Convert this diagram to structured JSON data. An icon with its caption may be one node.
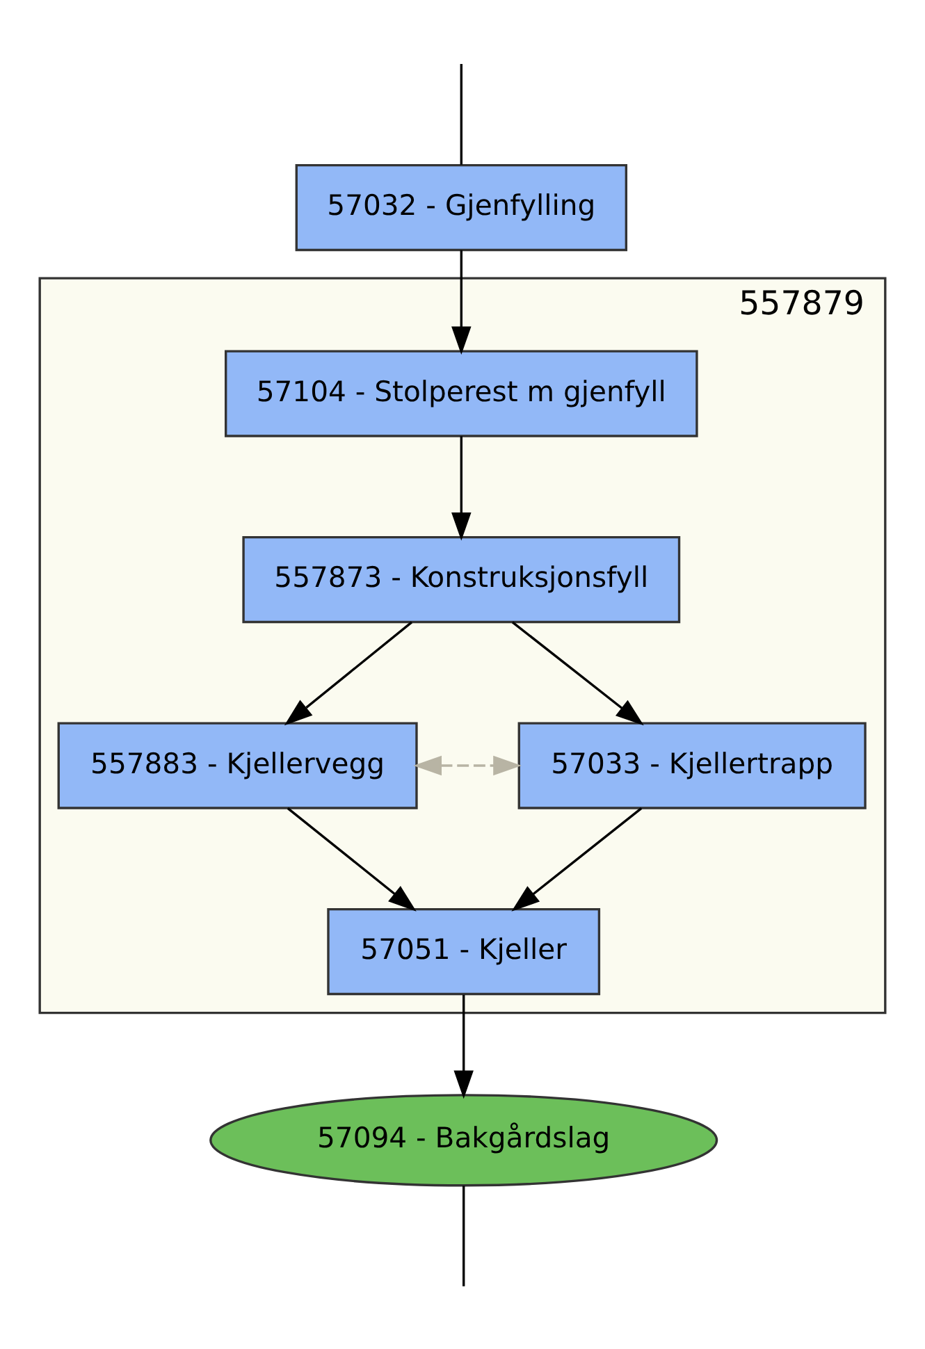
{
  "diagram": {
    "nodes": [
      {
        "text": [
          "57032 - Gjenfylling"
        ]
      },
      {
        "text": [
          "557879"
        ]
      },
      {
        "text": [
          "57104 - Stolperest m gjenfyll"
        ],
        "in": 1
      },
      {
        "text": [
          "557873 - Konstruksjonsfyll"
        ],
        "in": 1
      },
      {
        "text": [
          "557883 - Kjellervegg"
        ],
        "in": 1
      },
      {
        "text": [
          "57033 - Kjellertrapp"
        ],
        "in": 1
      },
      {
        "text": [
          "57051 - Kjeller"
        ],
        "in": 1
      },
      {
        "text": [
          "57094 - Bakgårdslag"
        ]
      }
    ],
    "edges": [
      {
        "from": null,
        "to": 0,
        "arrow": "none"
      },
      {
        "from": 0,
        "to": 2,
        "arrow": "to"
      },
      {
        "from": 2,
        "to": 3,
        "arrow": "to"
      },
      {
        "from": 3,
        "to": 4,
        "arrow": "to"
      },
      {
        "from": 3,
        "to": 5,
        "arrow": "to"
      },
      {
        "from": 4,
        "to": 5,
        "arrow": "both",
        "style": "dashed",
        "color": "#b8b4a4"
      },
      {
        "from": 4,
        "to": 6,
        "arrow": "to"
      },
      {
        "from": 5,
        "to": 6,
        "arrow": "to"
      },
      {
        "from": 6,
        "to": 7,
        "arrow": "to"
      },
      {
        "from": 7,
        "to": null,
        "arrow": "none"
      }
    ]
  }
}
